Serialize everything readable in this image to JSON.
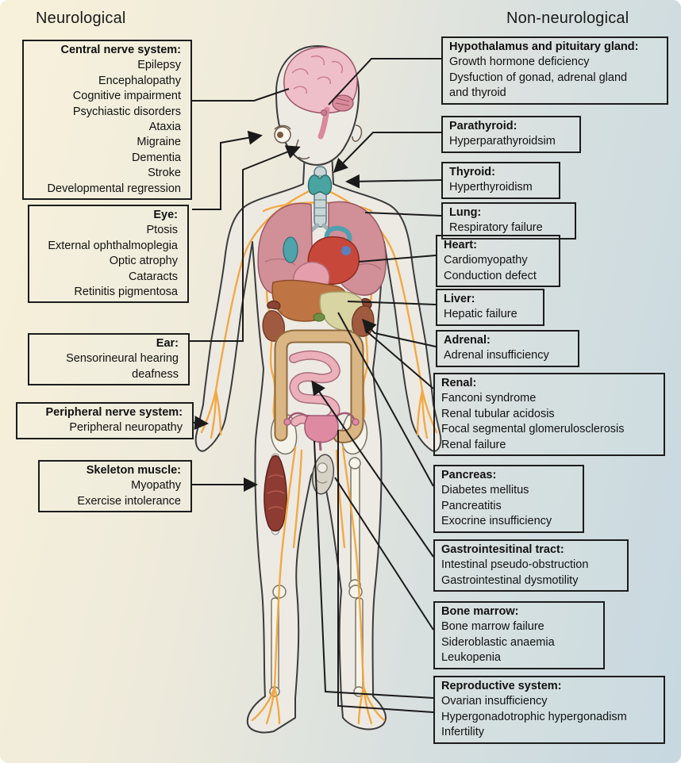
{
  "headers": {
    "left": "Neurological",
    "right": "Non-neurological"
  },
  "left_boxes": [
    {
      "title": "Central nerve system:",
      "items": [
        "Epilepsy",
        "Encephalopathy",
        "Cognitive impairment",
        "Psychiastic disorders",
        "Ataxia",
        "Migraine",
        "Dementia",
        "Stroke",
        "Developmental regression"
      ]
    },
    {
      "title": "Eye:",
      "items": [
        "Ptosis",
        "External ophthalmoplegia",
        "Optic atrophy",
        "Cataracts",
        "Retinitis pigmentosa"
      ]
    },
    {
      "title": "Ear:",
      "items": [
        "Sensorineural hearing",
        "deafness"
      ]
    },
    {
      "title": "Peripheral nerve system:",
      "items": [
        "Peripheral neuropathy"
      ]
    },
    {
      "title": "Skeleton muscle:",
      "items": [
        "Myopathy",
        "Exercise intolerance"
      ]
    }
  ],
  "right_boxes": [
    {
      "title": "Hypothalamus and pituitary gland:",
      "items": [
        "Growth hormone deficiency",
        "Dysfuction of gonad, adrenal gland",
        "and thyroid"
      ]
    },
    {
      "title": "Parathyroid:",
      "items": [
        "Hyperparathyroidsim"
      ]
    },
    {
      "title": "Thyroid:",
      "items": [
        "Hyperthyroidism"
      ]
    },
    {
      "title": "Lung:",
      "items": [
        "Respiratory failure"
      ]
    },
    {
      "title": "Heart:",
      "items": [
        "Cardiomyopathy",
        "Conduction defect"
      ]
    },
    {
      "title": "Liver:",
      "items": [
        "Hepatic failure"
      ]
    },
    {
      "title": "Adrenal:",
      "items": [
        "Adrenal insufficiency"
      ]
    },
    {
      "title": "Renal:",
      "items": [
        "Fanconi syndrome",
        "Renal tubular acidosis",
        "Focal segmental glomerulosclerosis",
        "Renal failure"
      ]
    },
    {
      "title": "Pancreas:",
      "items": [
        "Diabetes mellitus",
        "Pancreatitis",
        "Exocrine insufficiency"
      ]
    },
    {
      "title": "Gastrointesitinal tract:",
      "items": [
        "Intestinal pseudo-obstruction",
        "Gastrointestinal dysmotility"
      ]
    },
    {
      "title": "Bone marrow:",
      "items": [
        "Bone marrow failure",
        "Sideroblastic anaemia",
        "Leukopenia"
      ]
    },
    {
      "title": "Reproductive system:",
      "items": [
        "Ovarian insufficiency",
        "Hypergonadotrophic hypergonadism",
        "Infertility"
      ]
    }
  ],
  "colors": {
    "nerve_orange": "#F3A63C",
    "line_black": "#1A1A1A",
    "bg_left": "#F8F1DA",
    "bg_right": "#C7D8E0"
  }
}
